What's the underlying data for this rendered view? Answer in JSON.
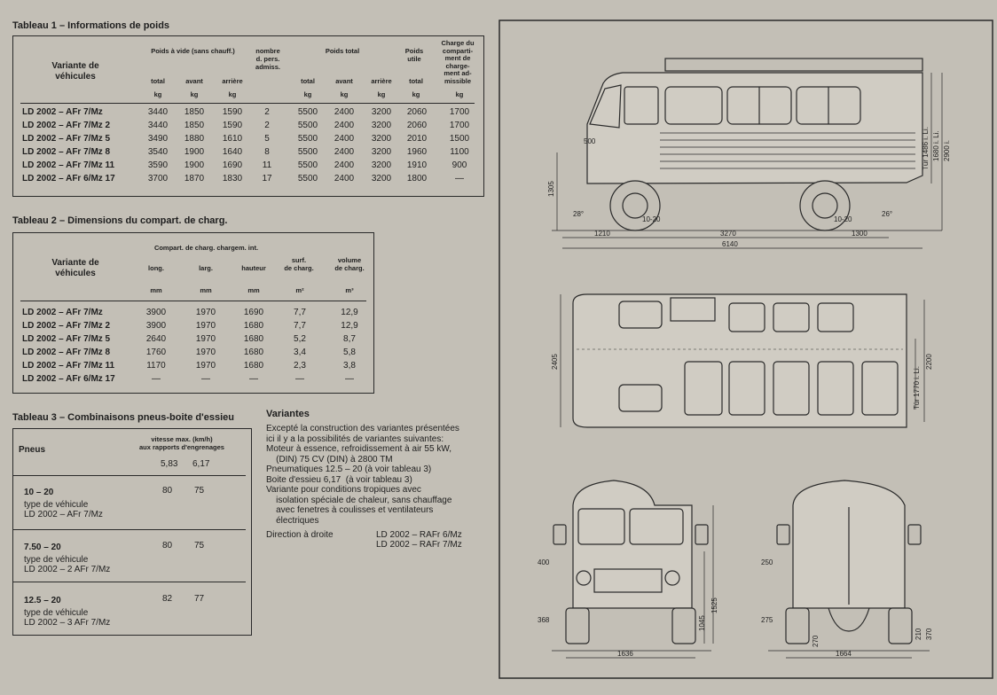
{
  "table1": {
    "title": "Tableau 1 – Informations de poids",
    "col_variant": "Variante de\nvéhicules",
    "group_empty": "Poids à vide (sans chauff.)",
    "col_persons": "nombre\nd. pers.\nadmiss.",
    "group_total": "Poids total",
    "col_useful": "Poids\nutile",
    "col_charge": "Charge du\ncomparti-\nment de\ncharge-\nment ad-\nmissible",
    "sub": [
      "total",
      "avant",
      "arrière",
      "total",
      "avant",
      "arrière",
      "total"
    ],
    "unit": "kg",
    "rows": [
      [
        "LD 2002 – AFr 7/Mz",
        "3440",
        "1850",
        "1590",
        "2",
        "5500",
        "2400",
        "3200",
        "2060",
        "1700"
      ],
      [
        "LD 2002 – AFr 7/Mz  2",
        "3440",
        "1850",
        "1590",
        "2",
        "5500",
        "2400",
        "3200",
        "2060",
        "1700"
      ],
      [
        "LD 2002 – AFr 7/Mz  5",
        "3490",
        "1880",
        "1610",
        "5",
        "5500",
        "2400",
        "3200",
        "2010",
        "1500"
      ],
      [
        "LD 2002 – AFr 7/Mz  8",
        "3540",
        "1900",
        "1640",
        "8",
        "5500",
        "2400",
        "3200",
        "1960",
        "1100"
      ],
      [
        "LD 2002 – AFr 7/Mz 11",
        "3590",
        "1900",
        "1690",
        "11",
        "5500",
        "2400",
        "3200",
        "1910",
        "900"
      ],
      [
        "LD 2002 – AFr 6/Mz 17",
        "3700",
        "1870",
        "1830",
        "17",
        "5500",
        "2400",
        "3200",
        "1800",
        "—"
      ]
    ]
  },
  "table2": {
    "title": "Tableau 2 – Dimensions du compart. de charg.",
    "col_variant": "Variante de\nvéhicules",
    "group": "Compart. de charg. chargem. int.",
    "sub": [
      "long.",
      "larg.",
      "hauteur",
      "surf.\nde charg.",
      "volume\nde charg."
    ],
    "units": [
      "mm",
      "mm",
      "mm",
      "m²",
      "m³"
    ],
    "rows": [
      [
        "LD 2002 – AFr 7/Mz",
        "3900",
        "1970",
        "1690",
        "7,7",
        "12,9"
      ],
      [
        "LD 2002 – AFr 7/Mz  2",
        "3900",
        "1970",
        "1680",
        "7,7",
        "12,9"
      ],
      [
        "LD 2002 – AFr 7/Mz  5",
        "2640",
        "1970",
        "1680",
        "5,2",
        "8,7"
      ],
      [
        "LD 2002 – AFr 7/Mz  8",
        "1760",
        "1970",
        "1680",
        "3,4",
        "5,8"
      ],
      [
        "LD 2002 – AFr 7/Mz 11",
        "1170",
        "1970",
        "1680",
        "2,3",
        "3,8"
      ],
      [
        "LD 2002 – AFr 6/Mz 17",
        "—",
        "—",
        "—",
        "—",
        "—"
      ]
    ]
  },
  "table3": {
    "title": "Tableau 3 – Combinaisons pneus-boite d'essieu",
    "col_tyres": "Pneus",
    "col_speed": "vitesse max. (km/h)\naux rapports d'engrenages",
    "ratios": [
      "5,83",
      "6,17"
    ],
    "groups": [
      {
        "tyre": "10 – 20",
        "label": "type de véhicule",
        "vehicle": "LD 2002 – AFr 7/Mz",
        "v1": "80",
        "v2": "75"
      },
      {
        "tyre": "7.50 – 20",
        "label": "type de véhicule",
        "vehicle": "LD 2002 – 2 AFr 7/Mz",
        "v1": "80",
        "v2": "75"
      },
      {
        "tyre": "12.5 – 20",
        "label": "type de véhicule",
        "vehicle": "LD 2002 – 3 AFr 7/Mz",
        "v1": "82",
        "v2": "77"
      }
    ]
  },
  "variantes": {
    "title": "Variantes",
    "lines": [
      "Excepté la construction des variantes présentées",
      "ici il y a la possibilités de variantes suivantes:",
      "Moteur à essence, refroidissement à air 55 kW,",
      "    (DIN) 75 CV (DIN) à 2800 TM",
      "Pneumatiques 12.5 – 20 (à voir tableau 3)",
      "Boite d'essieu 6,17  (à voir tableau 3)",
      "Variante pour conditions tropiques avec",
      "    isolation spéciale de chaleur, sans chauffage",
      "    avec fenetres à coulisses et ventilateurs",
      "    électriques"
    ],
    "direction_label": "Direction à droite",
    "direction_values": [
      "LD 2002 – RAFr 6/Mz",
      "LD 2002 – RAFr 7/Mz"
    ]
  },
  "drawing_dims": {
    "side": [
      "1210",
      "3270",
      "1300",
      "6140",
      "1305",
      "500",
      "28°",
      "26°",
      "10-20",
      "10-20",
      "Tür 1486 i. Li.",
      "1680 i. Li.",
      "2900 i."
    ],
    "top": [
      "2405",
      "2200",
      "Tür 1770 i. Li."
    ],
    "front": [
      "400",
      "368",
      "1045",
      "1525",
      "1636"
    ],
    "rear": [
      "250",
      "275",
      "270",
      "210",
      "370",
      "1664"
    ]
  }
}
